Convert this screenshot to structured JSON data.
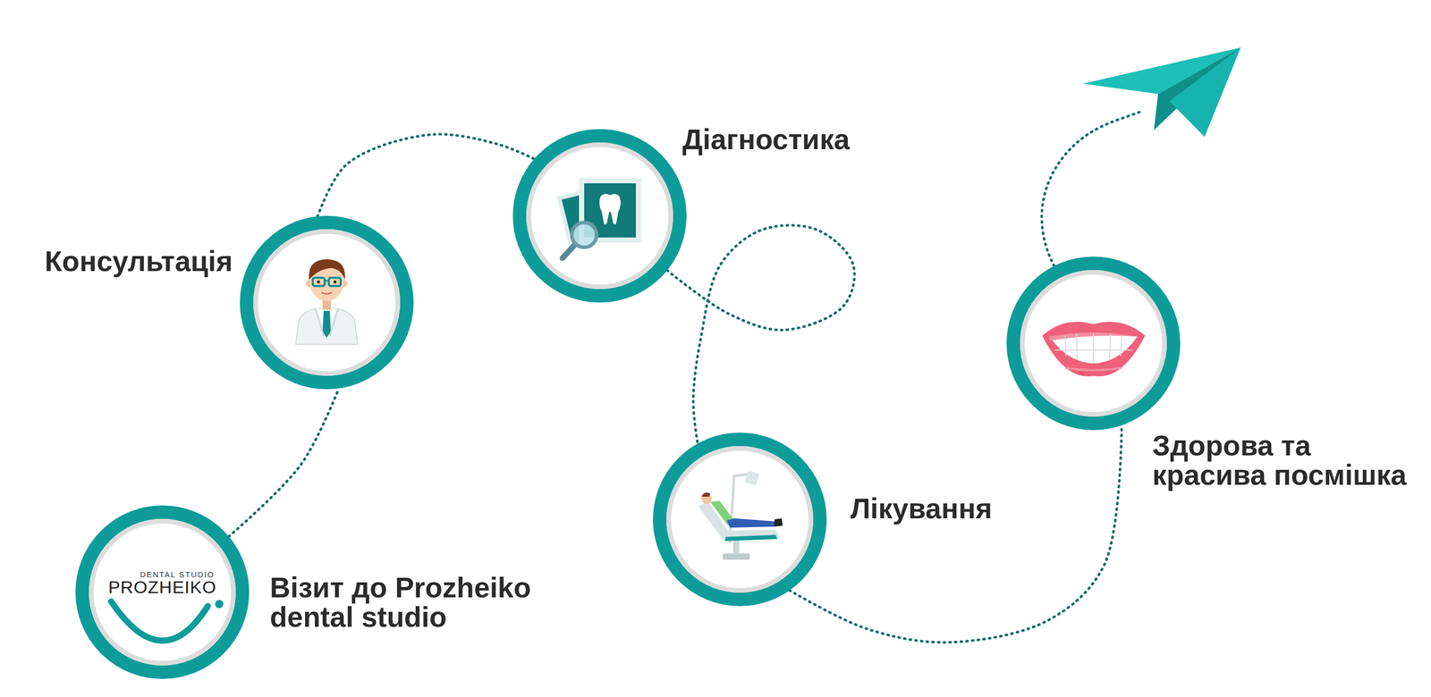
{
  "diagram": {
    "nodes": [
      {
        "text": [
          "DENTAL STUDIO",
          "PROZHEIKO",
          "Візит до Prozheiko dental studio"
        ]
      },
      {
        "text": [
          "Консультація"
        ]
      },
      {
        "text": [
          "Діагностика"
        ]
      },
      {
        "text": [
          "Лікування"
        ]
      },
      {
        "text": [
          "Здорова та красива посмішка"
        ]
      }
    ],
    "edges": [
      {
        "from": 0,
        "to": 1,
        "arrow": "none"
      },
      {
        "from": 1,
        "to": 2,
        "arrow": "none"
      },
      {
        "from": 2,
        "to": 3,
        "arrow": "none"
      },
      {
        "from": 3,
        "to": 4,
        "arrow": "none"
      }
    ]
  }
}
